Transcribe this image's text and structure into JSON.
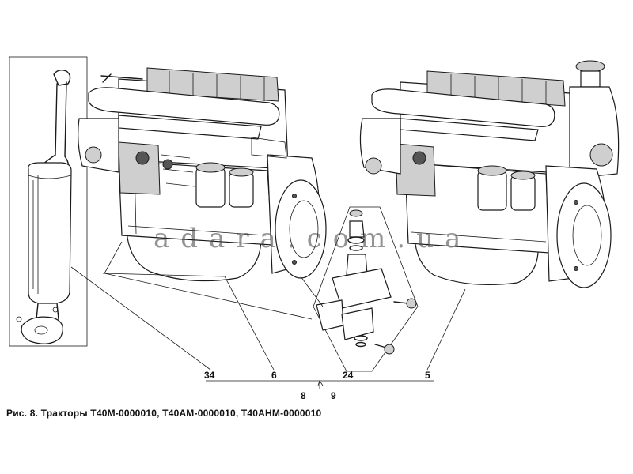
{
  "figure": {
    "caption": "Рис. 8. Тракторы Т40М-0000010, Т40АМ-0000010, Т40АНМ-0000010",
    "watermark": "adara.com.ua",
    "callouts": {
      "c34": "34",
      "c6": "6",
      "c24": "24",
      "c5": "5",
      "c8": "8",
      "c9": "9"
    },
    "parts": {
      "muffler": "exhaust-muffler",
      "engine_left": "engine-assembly-t40m",
      "engine_right": "engine-assembly-t40am",
      "mount": "engine-mount-bracket"
    }
  }
}
